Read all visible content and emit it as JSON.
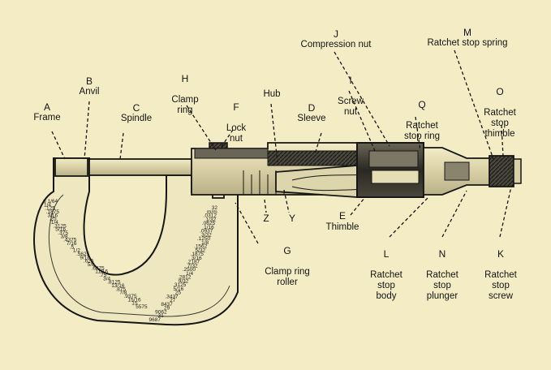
{
  "labels": [
    {
      "id": "a",
      "letter": "A",
      "text": "Frame"
    },
    {
      "id": "b",
      "letter": "B",
      "text": "Anvil"
    },
    {
      "id": "c",
      "letter": "C",
      "text": "Spindle"
    },
    {
      "id": "h",
      "letter": "H",
      "text": "Clamp\nring"
    },
    {
      "id": "f",
      "letter": "F",
      "text": "Lock\nnut"
    },
    {
      "id": "hub",
      "letter": "",
      "text": "Hub"
    },
    {
      "id": "d",
      "letter": "D",
      "text": "Sleeve"
    },
    {
      "id": "j",
      "letter": "J",
      "text": "Compression nut"
    },
    {
      "id": "i",
      "letter": "I",
      "text": "Screw\nnut"
    },
    {
      "id": "q",
      "letter": "Q",
      "text": "Ratchet\nstop ring"
    },
    {
      "id": "m",
      "letter": "M",
      "text": "Ratchet stop spring"
    },
    {
      "id": "o",
      "letter": "O",
      "text": "Ratchet\nstop\nthimble"
    },
    {
      "id": "z",
      "letter": "Z",
      "text": ""
    },
    {
      "id": "y",
      "letter": "Y",
      "text": ""
    },
    {
      "id": "e",
      "letter": "E",
      "text": "Thimble"
    },
    {
      "id": "g",
      "letter": "G",
      "text": "Clamp ring\nroller"
    },
    {
      "id": "l",
      "letter": "L",
      "text": "Ratchet\nstop\nbody"
    },
    {
      "id": "n",
      "letter": "N",
      "text": "Ratchet\nstop\nplunger"
    },
    {
      "id": "k",
      "letter": "K",
      "text": "Ratchet\nstop\nscrew"
    }
  ],
  "frame_scale": {
    "left_column": [
      "8 1/64",
      "1/4",
      ".125",
      ".1875",
      "3/16",
      ".25",
      "1/4",
      ".3125",
      "5/16",
      ".375",
      "3/8",
      ".4375",
      "7/16",
      ".5",
      "1/2",
      ".5625",
      "9/16",
      ".625",
      "5/8",
      ".6875",
      "11/16",
      ".75",
      "3/4",
      ".8125",
      "13/16",
      ".875",
      "7/8",
      ".9375",
      "15/16",
      "15",
      "5575"
    ],
    "right_column": [
      "32",
      "m/m",
      ".0312",
      "1/32",
      ".0625",
      "1/16",
      ".0937",
      "3/32",
      ".1250",
      "1/8",
      ".1562",
      "5/32",
      ".1875",
      "3/16",
      ".2187",
      "7/32",
      ".2500",
      "1/4",
      ".2812",
      "9/32",
      ".3125",
      "5/16",
      "25",
      ".3437",
      "27",
      "8437",
      "29",
      "9062",
      "31",
      "9687"
    ]
  }
}
